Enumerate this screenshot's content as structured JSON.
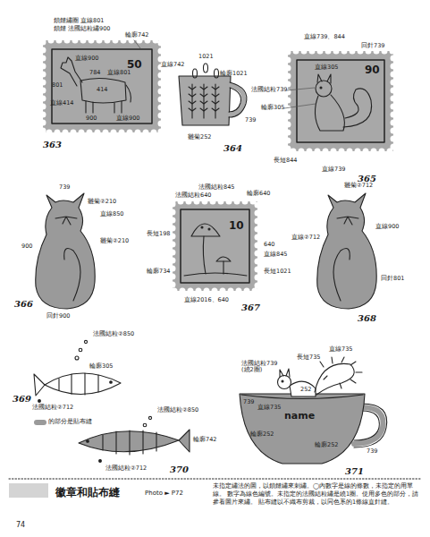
{
  "diagram": {
    "title": "徽章和貼布縫",
    "caption": "未指定繡法的圖，以鎖鏈繡來刺繡。◯內數字是線的條數，未指定的用單線。 數字為線色編號。未指定的法國結粒繡是繞1圈。使用多色的部分，請參看圖片來繡。 貼布縫以不織布剪裁，以同色系的1條線直針縫。",
    "labels": [
      "鎖鏈繡圈 直線801",
      "鎖鏈 法國結粒繡900",
      "輪廓742",
      "直線900",
      "50",
      "784",
      "直線801",
      "801",
      "414",
      "直線414",
      "900",
      "直線900",
      "363",
      "1021",
      "直線742",
      "輪廓1021",
      "739",
      "雛菊252",
      "364",
      "直線739、844",
      "回針739",
      "直線305",
      "90",
      "法國結粒739",
      "輪廓305",
      "長短844",
      "直線739",
      "365",
      "739",
      "雛菊②210",
      "直線850",
      "900",
      "雛菊②210",
      "回針900",
      "366",
      "法國結粒845",
      "法國結粒640",
      "輪廓640",
      "10",
      "長短198",
      "640",
      "直線845",
      "輪廓734",
      "長短1021",
      "直線2016、640",
      "367",
      "雛菊②712",
      "直線900",
      "直線②712",
      "回針801",
      "368",
      "法國結粒②850",
      "輪廓305",
      "法國結粒②712",
      "369",
      "法國結粒②850",
      "輪廓742",
      "法國結粒②712",
      "370",
      "長短735",
      "直線735",
      "法國結粒739 (繞2圈)",
      "252",
      "直線735",
      "739",
      "name",
      "輪廓252",
      "輪廓252",
      "739",
      "371",
      "Photo ► P72",
      "74"
    ],
    "legend": [
      {
        "text": "的部分是貼布縫",
        "color": "#9a9a9a"
      }
    ]
  }
}
